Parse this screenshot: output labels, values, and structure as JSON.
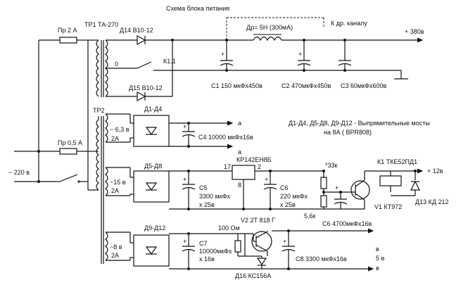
{
  "title": "Схема блока питания",
  "labels": {
    "tp1": "ТР1 ТА-270",
    "fuse1": "Пр 2 А",
    "fuse2": "Пр 0,5 А",
    "mains": "~ 220 в",
    "d14": "Д14 В10-12",
    "d15": "Д15 В10-12",
    "zero": "0",
    "k11": "К1.1",
    "choke": "Др= 5Н (300мА)",
    "other_channel": "К др. каналу",
    "plus380": "+ 380в",
    "c1": "С1 150 мкФх450в",
    "c2": "С2 470мкФх450в",
    "c3": "С3 60мкФх600в",
    "tp2": "ТР2",
    "d1d4": "Д1-Д4",
    "w63": "~ 6,3 в",
    "a2_1": "2А",
    "c4": "С4 10000 мкФх16в",
    "a_top": "а",
    "a_bottom": "а",
    "bridges_note1": "Д1-Д4, Д5-Д8, Д9-Д12 - Выпрямительные мосты",
    "bridges_note2": "на 8А ( BPR808)",
    "d5d8": "Д5-Д8",
    "w15": "~15 в",
    "a2_2": "2А",
    "kr142": "КР142ЕН8Б",
    "pin17": "17",
    "pin2": "2",
    "pin8": "8",
    "c5a": "С5",
    "c5b": "3300 мкФх",
    "c5c": "х 25в",
    "c6a": "С6",
    "c6b": "220 мкФх",
    "c6c": "х 25в",
    "r33k": "*33к",
    "r56k": "5,6к",
    "c6b_cap": "С6 4700мкФх16в",
    "k1": "К1 ТКЕ52ПД1",
    "plus12": "+ 12в",
    "v1": "V1 КТ972",
    "d13": "Д13 КД 212",
    "d9d12": "Д9-Д12",
    "w8": "~8 в",
    "a2_3": "2А",
    "r100": "100 Ом",
    "v2": "V2 2Т 818 Г",
    "c7a": "С7",
    "c7b": "10000мкФх",
    "c7c": "х 16в",
    "c8": "С8 3300 мкФх16в",
    "d16": "Д16 КС156А",
    "b1": "в",
    "b5": "5 в",
    "b2": "в",
    "plus": "+"
  }
}
